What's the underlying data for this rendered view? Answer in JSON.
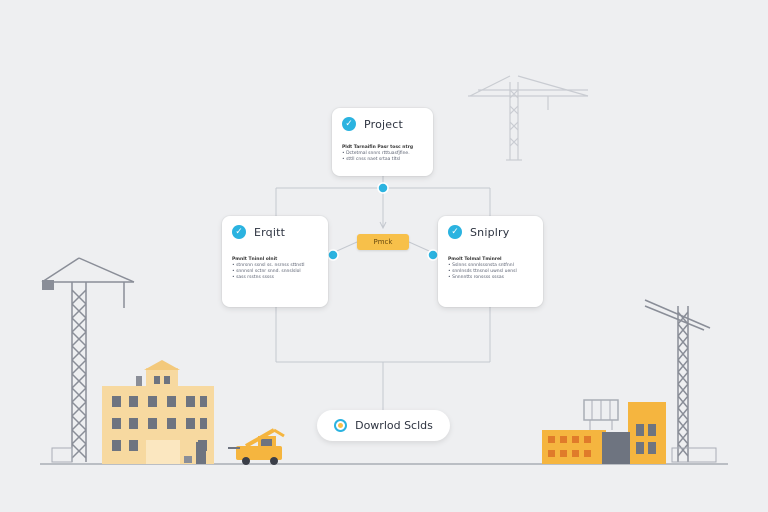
{
  "nodes": {
    "project": {
      "title": "Project",
      "lines": [
        "Pldt Tarnaifin Pasr tosc ntrg",
        "• Dctetmal  snnrs rtttuasfjfine.",
        "• sttll cnss naet srtaa tltsl"
      ]
    },
    "left": {
      "title": "Erqitt",
      "lines": [
        "Pmnlt Tninnl olnit",
        "• stnrsnn ssnsl ss. nsrnss sttnstl",
        "• snnnsnl sctnr snnd. snnslslol",
        "• sass rsstns sssss"
      ]
    },
    "right": {
      "title": "Sniplry",
      "lines": [
        "Pmolt Tolmal Tminrel",
        "• Sslnns snnnlsssnsta sntfnnl",
        "• snnlnsds ttnsnol uwnsl uensl",
        "• Snnnntts ronssss sssas"
      ]
    }
  },
  "mock_label": "Pmck",
  "download_button": {
    "label": "Dowrlod Sclds"
  },
  "colors": {
    "background": "#eeeff1",
    "accent_blue": "#2bb3e0",
    "accent_yellow": "#f7c04a",
    "building_tan": "#f7d9a0",
    "building_orange": "#f5b53f",
    "crane_grey": "#8a8e98"
  },
  "icons": [
    "node-icon",
    "connector-dot-icon",
    "download-icon",
    "crane-icon",
    "building-icon",
    "forklift-icon"
  ]
}
